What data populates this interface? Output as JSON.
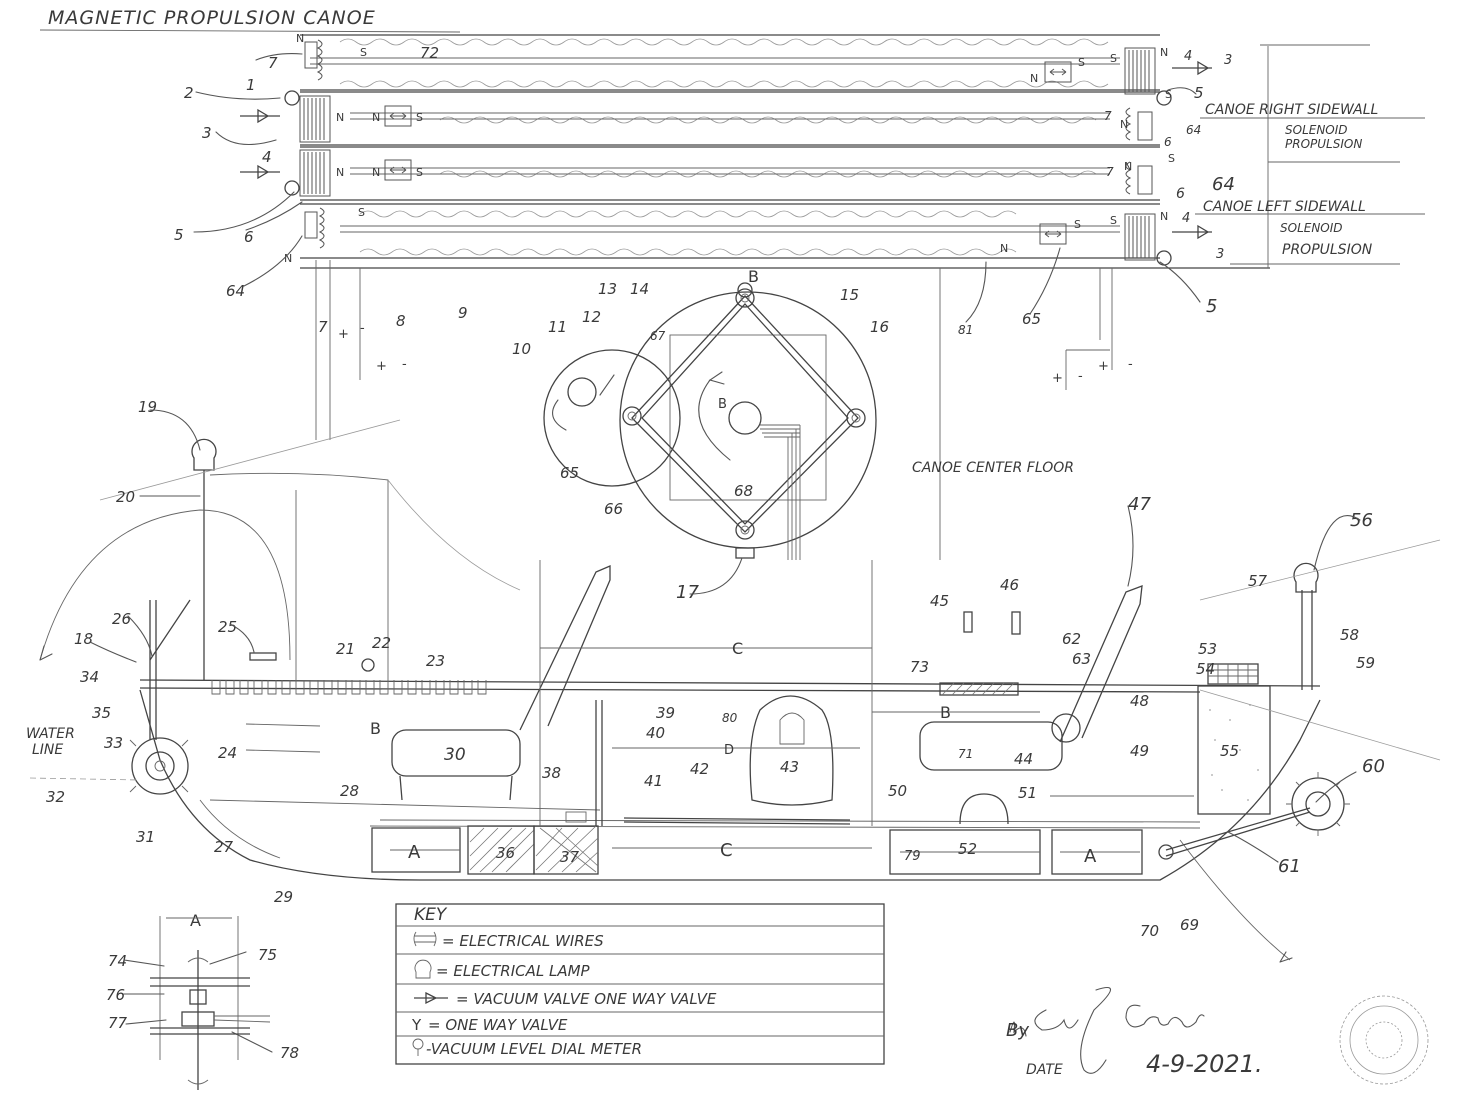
{
  "title": "MAGNETIC PROPULSION CANOE",
  "section_labels": {
    "right_sidewall": "CANOE RIGHT SIDEWALL",
    "right_solenoid_1": "SOLENOID",
    "right_solenoid_2": "PROPULSION",
    "left_sidewall": "CANOE LEFT SIDEWALL",
    "left_solenoid_1": "SOLENOID",
    "left_solenoid_2": "PROPULSION",
    "center_floor": "CANOE CENTER FLOOR",
    "water_line_1": "WATER",
    "water_line_2": "LINE"
  },
  "key": {
    "heading": "KEY",
    "rows": [
      {
        "symbol": "wires-icon",
        "text": "= ELECTRICAL WIRES"
      },
      {
        "symbol": "lamp-icon",
        "text": "= ELECTRICAL LAMP"
      },
      {
        "symbol": "vacuum-valve-icon",
        "text": "= VACUUM VALVE ONE WAY VALVE"
      },
      {
        "symbol": "Y",
        "text": "= ONE WAY VALVE"
      },
      {
        "symbol": "dial-meter-icon",
        "text": "-VACUUM LEVEL DIAL METER"
      }
    ]
  },
  "signature": {
    "by": "By",
    "name": "Eric J Crews",
    "date_label": "DATE",
    "date": "4-9-2021."
  },
  "pole_labels": {
    "n": "N",
    "s": "S"
  },
  "polarity": {
    "plus": "+",
    "minus": "-"
  },
  "dimension_letters": {
    "a": "A",
    "b": "B",
    "c": "C",
    "d": "D"
  },
  "reference_numbers": {
    "r1": "1",
    "r2": "2",
    "r3": "3",
    "r4": "4",
    "r5": "5",
    "r6": "6",
    "r7": "7",
    "r8": "8",
    "r9": "9",
    "r10": "10",
    "r11": "11",
    "r12": "12",
    "r13": "13",
    "r14": "14",
    "r15": "15",
    "r16": "16",
    "r17": "17",
    "r18": "18",
    "r19": "19",
    "r20": "20",
    "r21": "21",
    "r22": "22",
    "r23": "23",
    "r24": "24",
    "r25": "25",
    "r26": "26",
    "r27": "27",
    "r28": "28",
    "r29": "29",
    "r30": "30",
    "r31": "31",
    "r32": "32",
    "r33": "33",
    "r34": "34",
    "r35": "35",
    "r36": "36",
    "r37": "37",
    "r38": "38",
    "r39": "39",
    "r40": "40",
    "r41": "41",
    "r42": "42",
    "r43": "43",
    "r44": "44",
    "r45": "45",
    "r46": "46",
    "r47": "47",
    "r48": "48",
    "r49": "49",
    "r50": "50",
    "r51": "51",
    "r52": "52",
    "r53": "53",
    "r54": "54",
    "r55": "55",
    "r56": "56",
    "r57": "57",
    "r58": "58",
    "r59": "59",
    "r60": "60",
    "r61": "61",
    "r62": "62",
    "r63": "63",
    "r64": "64",
    "r65": "65",
    "r66": "66",
    "r67": "67",
    "r68": "68",
    "r69": "69",
    "r70": "70",
    "r71": "71",
    "r72": "72",
    "r73": "73",
    "r74": "74",
    "r75": "75",
    "r76": "76",
    "r77": "77",
    "r78": "78",
    "r79": "79",
    "r80": "80",
    "r81": "81"
  }
}
